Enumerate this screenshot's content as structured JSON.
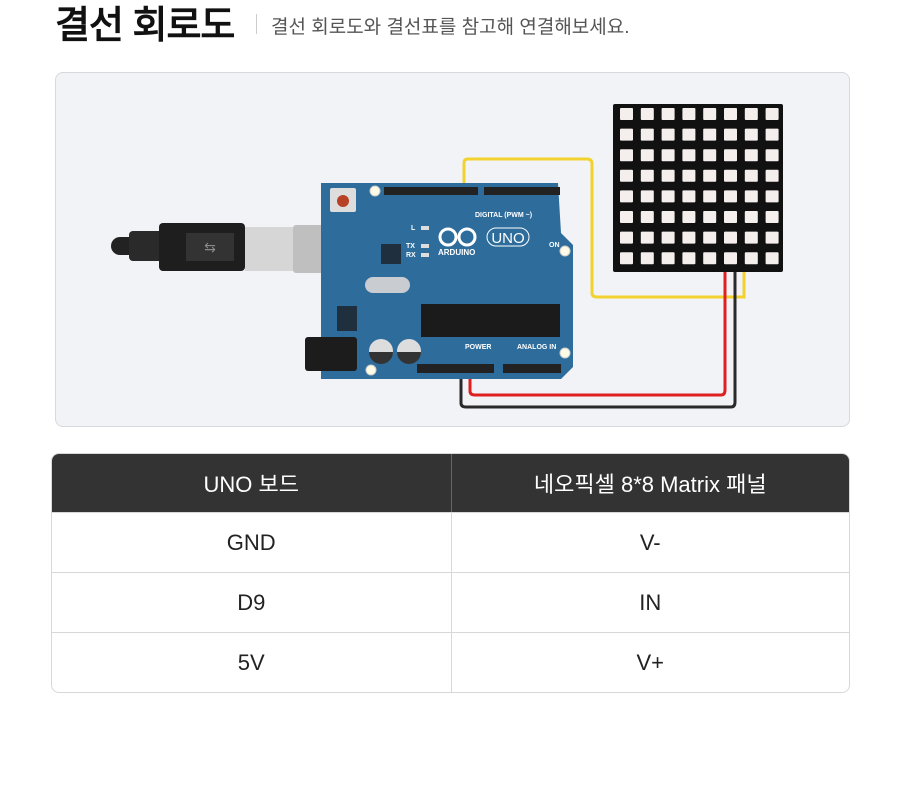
{
  "header": {
    "title": "결선 회로도",
    "subtitle": "결선 회로도와 결선표를 참고해 연결해보세요."
  },
  "diagram": {
    "board_labels": {
      "digital": "DIGITAL (PWM ~)",
      "brand": "ARDUINO",
      "model": "UNO",
      "on": "ON",
      "l": "L",
      "tx": "TX",
      "rx": "RX",
      "power": "POWER",
      "analog": "ANALOG IN"
    },
    "colors": {
      "board": "#2e6c9c",
      "wire_signal": "#f2d22e",
      "wire_power": "#e02020",
      "wire_ground": "#2a2a2a"
    }
  },
  "table": {
    "headers": [
      "UNO 보드",
      "네오픽셀 8*8 Matrix 패널"
    ],
    "rows": [
      [
        "GND",
        "V-"
      ],
      [
        "D9",
        "IN"
      ],
      [
        "5V",
        "V+"
      ]
    ]
  }
}
